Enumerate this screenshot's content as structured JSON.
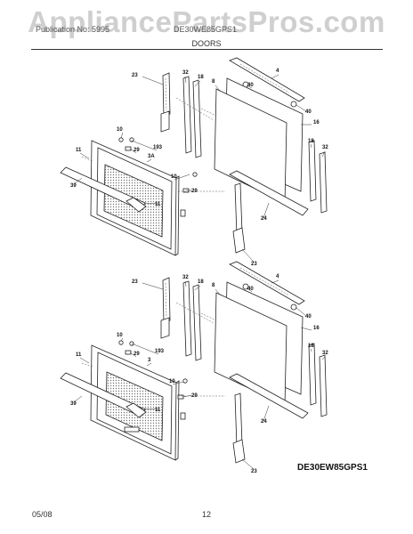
{
  "watermark": "AppliancePartsPros.com",
  "header": {
    "left": "Publication No: 5995",
    "right": "DE30WE85GPS1",
    "section_title": "DOORS"
  },
  "callouts": {
    "upper": [
      "23",
      "32",
      "18",
      "8",
      "4",
      "40",
      "40",
      "16",
      "18",
      "32",
      "10",
      "193",
      "3A",
      "11",
      "29",
      "39",
      "10",
      "29",
      "11",
      "24",
      "23"
    ],
    "lower": [
      "23",
      "32",
      "18",
      "8",
      "4",
      "40",
      "40",
      "16",
      "18",
      "32",
      "10",
      "193",
      "3",
      "11",
      "29",
      "39",
      "10",
      "29",
      "11",
      "24",
      "23"
    ]
  },
  "model_code": "DE30EW85GPS1",
  "footer": {
    "date": "05/08",
    "page_number": "12"
  }
}
